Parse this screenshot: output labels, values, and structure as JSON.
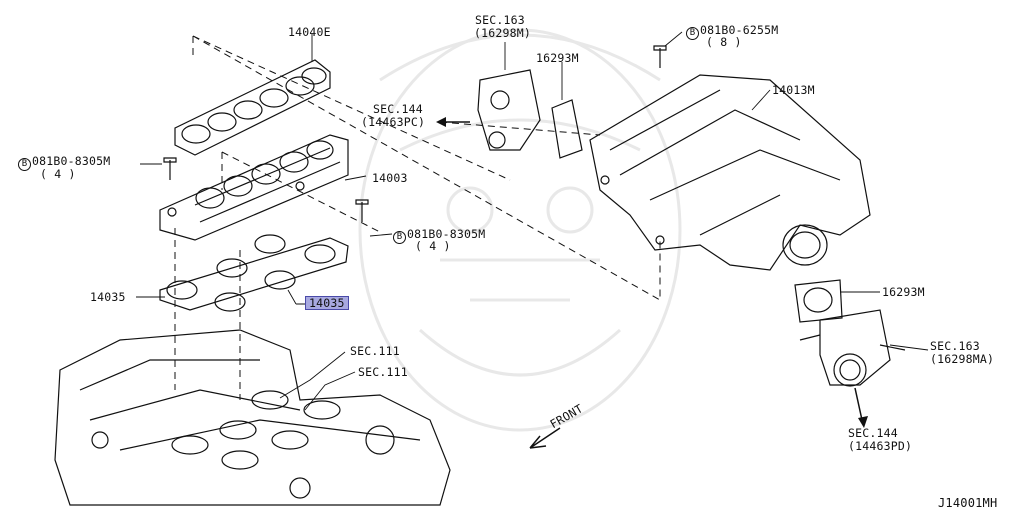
{
  "diagram_code": "J14001MH",
  "colors": {
    "line": "#111111",
    "highlight_fill": "#a8a9e0",
    "highlight_border": "#4a4aa8",
    "watermark": "#e6e6e6"
  },
  "callouts": {
    "gasket_upper": "14040E",
    "bolt_top_left_code": "081B0-8305M",
    "bolt_top_left_qty": "( 4 )",
    "collector_lower": "14003",
    "bolt_mid_code": "081B0-8305M",
    "bolt_mid_qty": "( 4 )",
    "gasket_left": "14035",
    "gasket_highlight": "14035",
    "sec111_a": "SEC.111",
    "sec111_b": "SEC.111",
    "sec163_top": "SEC.163",
    "sec163_top_part": "(16298M)",
    "gasket_top": "16293M",
    "sec144_left": "SEC.144",
    "sec144_left_part": "(14463PC)",
    "bolt_right_code": "081B0-6255M",
    "bolt_right_qty": "( 8 )",
    "collector_upper": "14013M",
    "gasket_right": "16293M",
    "sec163_right": "SEC.163",
    "sec163_right_part": "(16298MA)",
    "sec144_right": "SEC.144",
    "sec144_right_part": "(14463PD)",
    "front": "FRONT",
    "bolt_symbol": "B"
  }
}
